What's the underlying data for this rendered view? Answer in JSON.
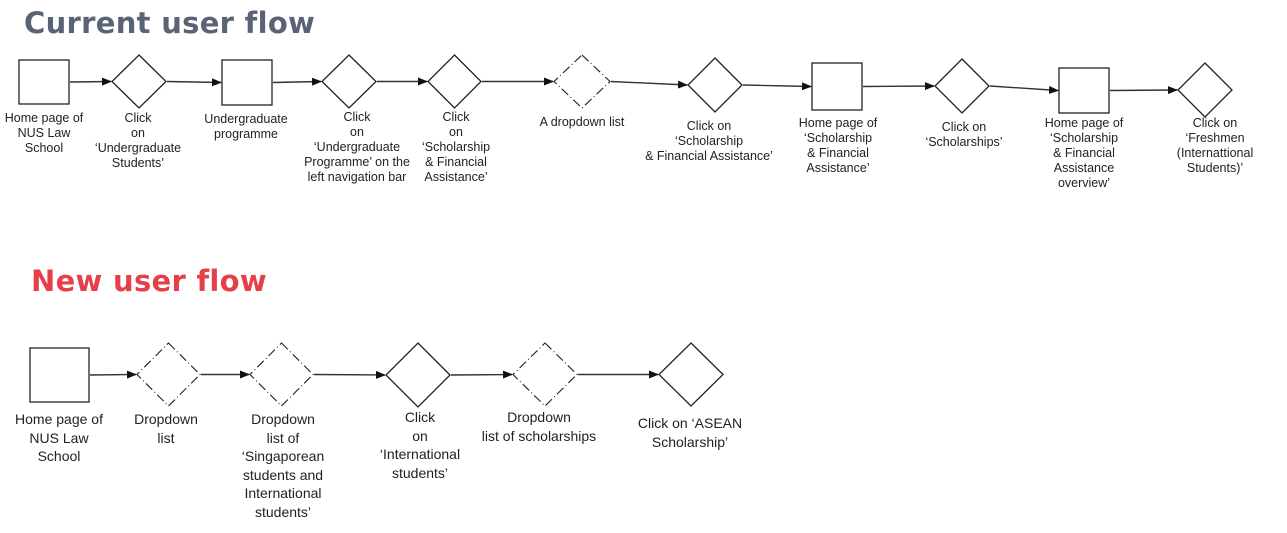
{
  "colors": {
    "current_title": "#5a6375",
    "new_title": "#e5404a",
    "stroke": "#222222"
  },
  "current_flow": {
    "title": "Current user flow",
    "steps": [
      {
        "shape": "box",
        "style": "solid",
        "label": "Home page of\nNUS Law\nSchool"
      },
      {
        "shape": "diamond",
        "style": "solid",
        "label": "Click\non\n‘Undergraduate\nStudents’"
      },
      {
        "shape": "box",
        "style": "solid",
        "label": "Undergraduate\nprogramme"
      },
      {
        "shape": "diamond",
        "style": "solid",
        "label": "Click\non\n‘Undergraduate\nProgramme’ on the\nleft navigation bar"
      },
      {
        "shape": "diamond",
        "style": "solid",
        "label": "Click\non\n‘Scholarship\n& Financial\nAssistance’"
      },
      {
        "shape": "diamond",
        "style": "dashed",
        "label": "A dropdown list"
      },
      {
        "shape": "diamond",
        "style": "solid",
        "label": "Click on\n‘Scholarship\n& Financial Assistance’"
      },
      {
        "shape": "box",
        "style": "solid",
        "label": "Home page of\n‘Scholarship\n& Financial\nAssistance’"
      },
      {
        "shape": "diamond",
        "style": "solid",
        "label": "Click on\n‘Scholarships’"
      },
      {
        "shape": "box",
        "style": "solid",
        "label": "Home page of\n‘Scholarship\n& Financial\nAssistance\noverview’"
      },
      {
        "shape": "diamond",
        "style": "solid",
        "label": "Click on\n‘Freshmen (Internattional\nStudents)’"
      }
    ]
  },
  "new_flow": {
    "title": "New user flow",
    "steps": [
      {
        "shape": "box",
        "style": "solid",
        "label": "Home page of\nNUS Law\nSchool"
      },
      {
        "shape": "diamond",
        "style": "dashed",
        "label": "Dropdown\nlist"
      },
      {
        "shape": "diamond",
        "style": "dashed",
        "label": "Dropdown\nlist of\n‘Singaporean\nstudents and\nInternational\nstudents’"
      },
      {
        "shape": "diamond",
        "style": "solid",
        "label": "Click\non\n‘International\nstudents’"
      },
      {
        "shape": "diamond",
        "style": "dashed",
        "label": "Dropdown\nlist of scholarships"
      },
      {
        "shape": "diamond",
        "style": "solid",
        "label": "Click on ‘ASEAN\nScholarship’"
      }
    ]
  }
}
